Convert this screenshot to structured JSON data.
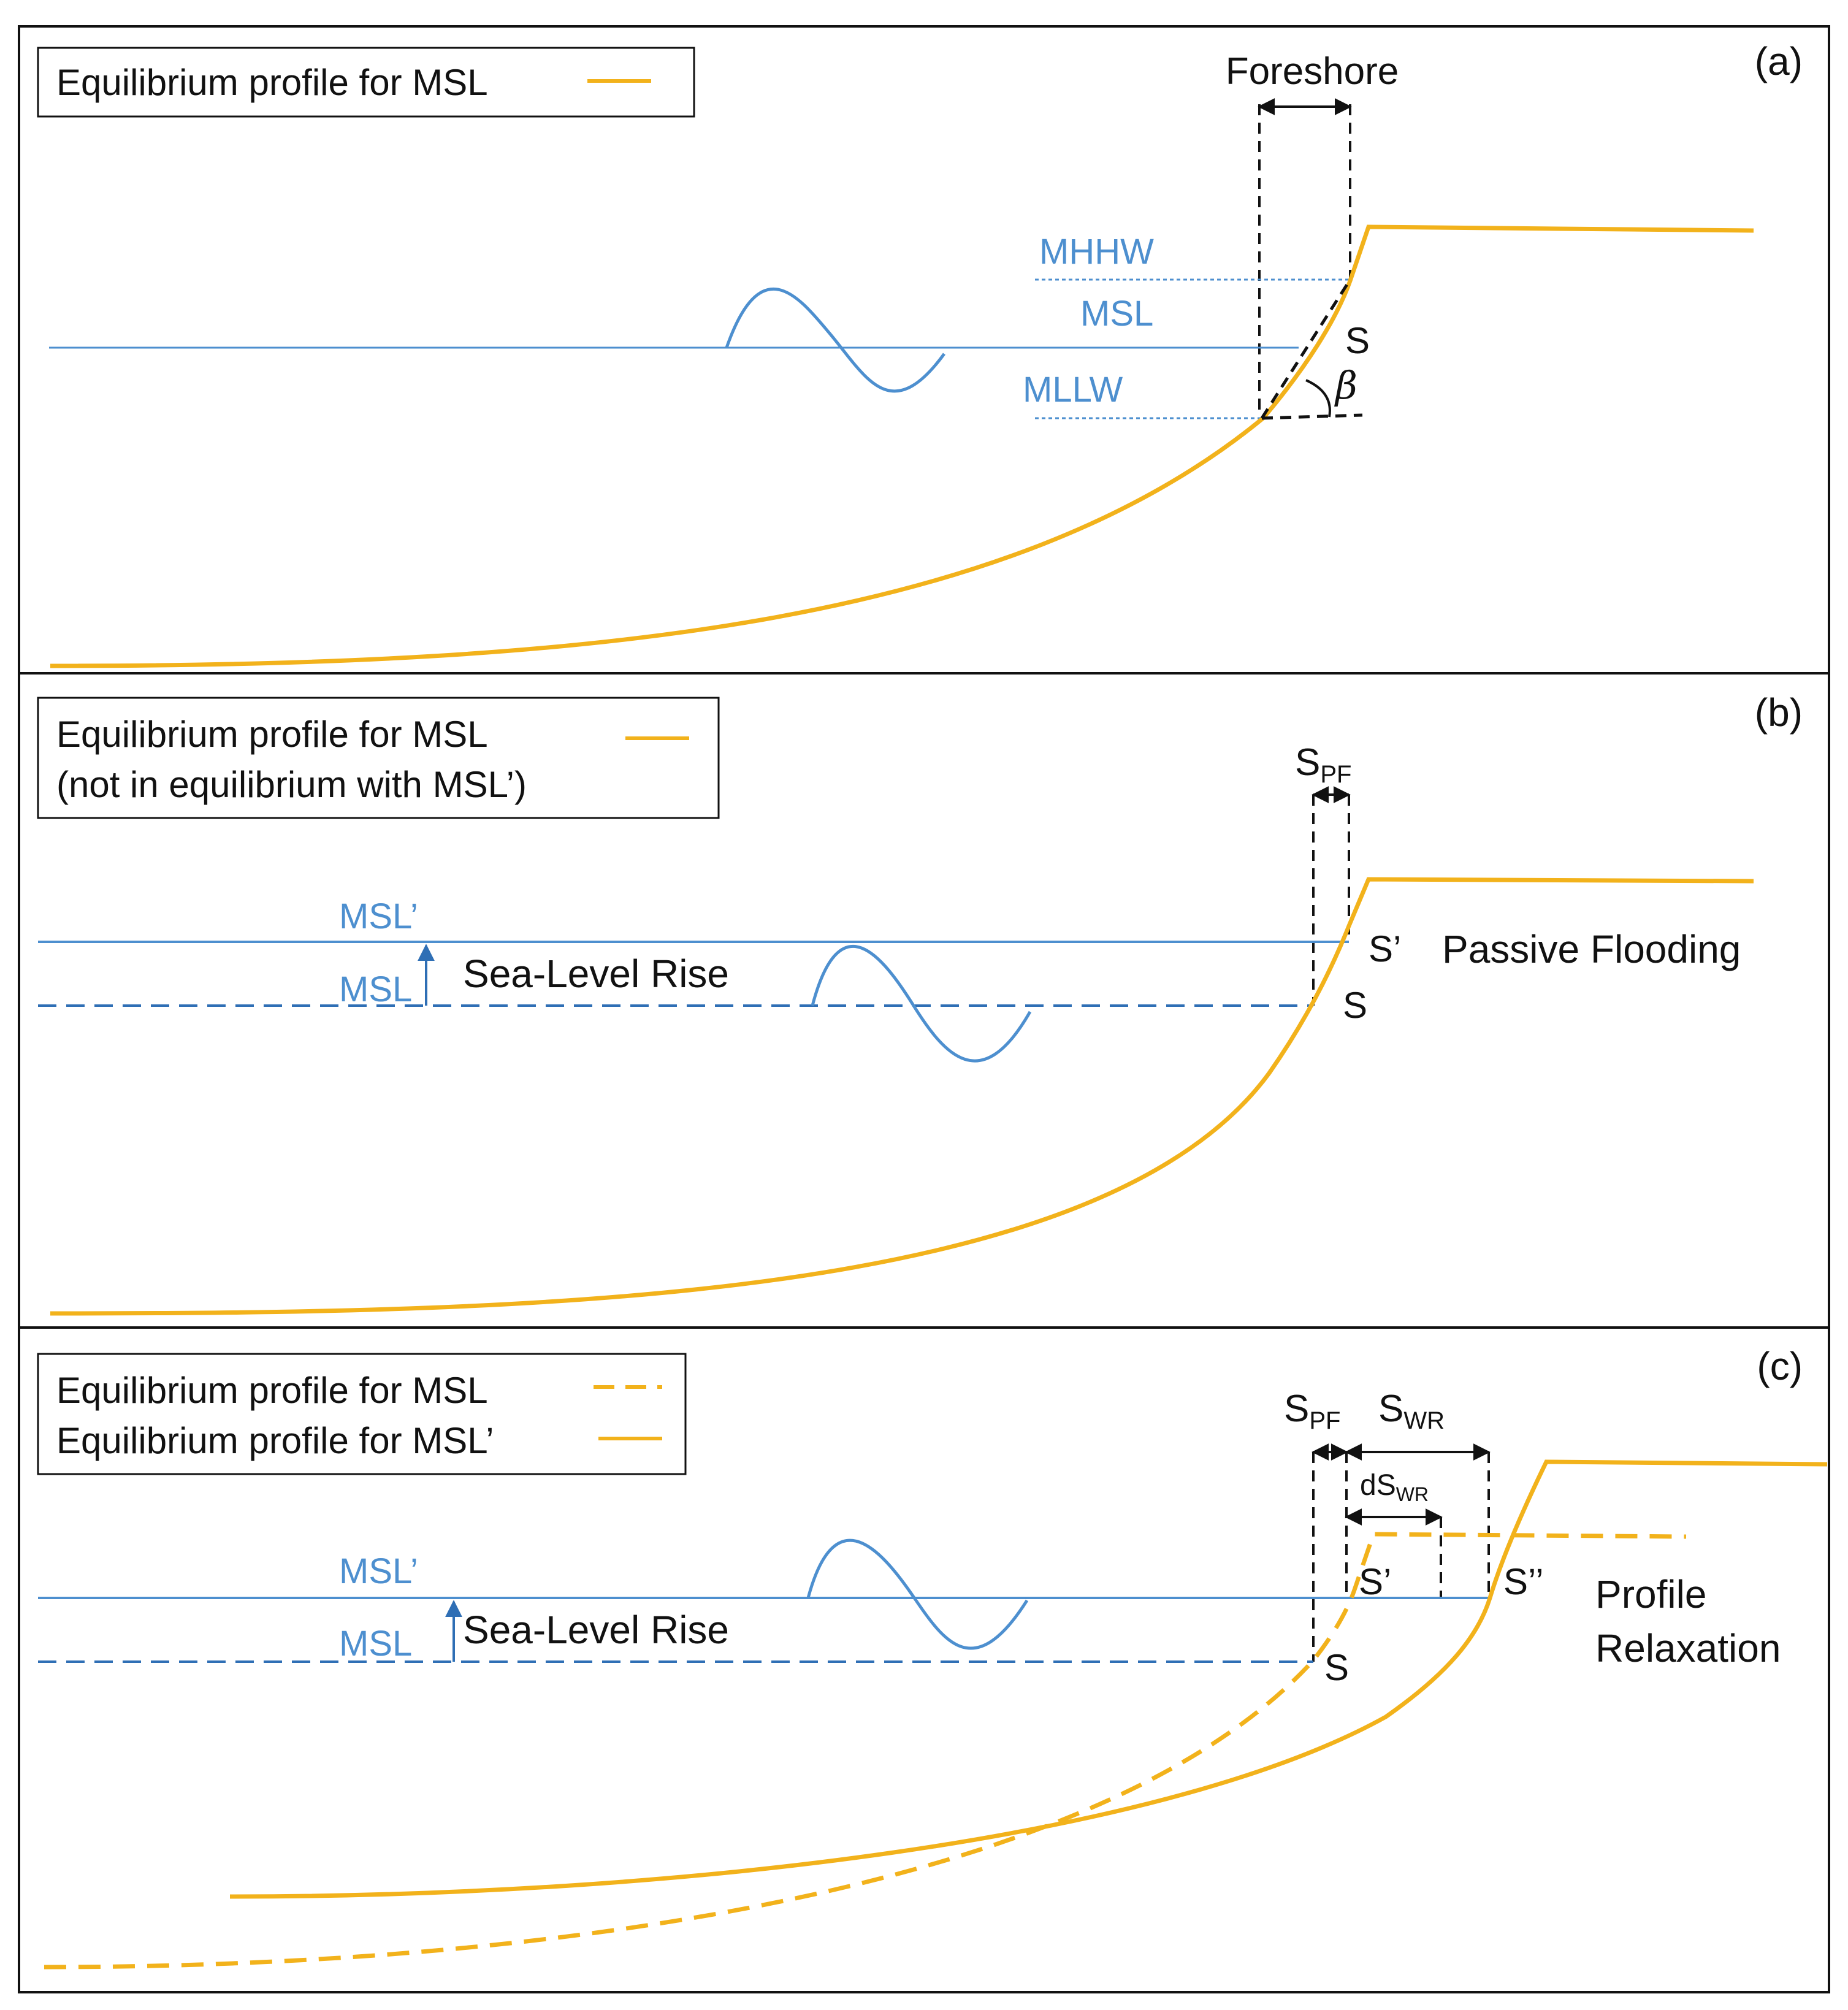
{
  "colors": {
    "profile": "#f2b21b",
    "water": "#4d8fcf",
    "dark": "#111111"
  },
  "panel_a": {
    "label": "(a)",
    "legend": "Equilibrium profile for MSL",
    "foreshore": "Foreshore",
    "mhhw": "MHHW",
    "msl": "MSL",
    "mllw": "MLLW",
    "s": "S",
    "beta": "β"
  },
  "panel_b": {
    "label": "(b)",
    "legend_line1": "Equilibrium profile for MSL",
    "legend_line2": "(not in equilibrium with MSL’)",
    "spf_main": "S",
    "spf_sub": "PF",
    "msl_prime": "MSL’",
    "msl": "MSL",
    "slr": "Sea-Level Rise",
    "s_prime": "S’",
    "s": "S",
    "passive": "Passive Flooding"
  },
  "panel_c": {
    "label": "(c)",
    "legend_line1": "Equilibrium profile for MSL",
    "legend_line2": "Equilibrium profile for MSL’",
    "spf_main": "S",
    "spf_sub": "PF",
    "swr_main": "S",
    "swr_sub": "WR",
    "dswr_main": "dS",
    "dswr_sub": "WR",
    "msl_prime": "MSL’",
    "msl": "MSL",
    "slr": "Sea-Level Rise",
    "s_prime": "S’",
    "s_dprime": "S’’",
    "s": "S",
    "relax_line1": "Profile",
    "relax_line2": "Relaxation"
  }
}
